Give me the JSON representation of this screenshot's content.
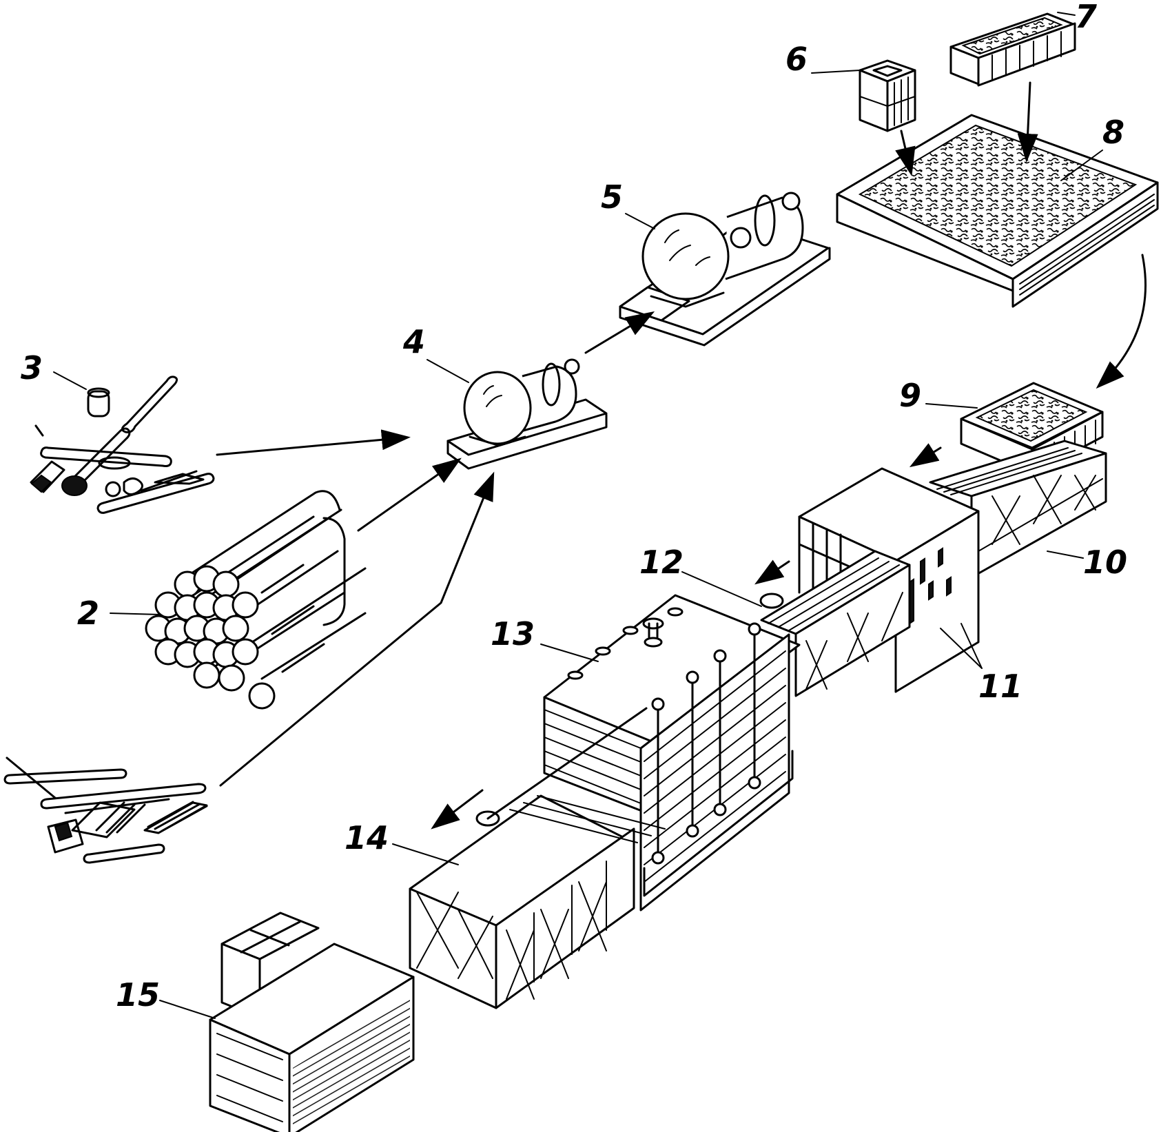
{
  "labels": {
    "l2": "2",
    "l3": "3",
    "l4": "4",
    "l5": "5",
    "l6": "6",
    "l7": "7",
    "l8": "8",
    "l9": "9",
    "l10": "10",
    "l11": "11",
    "l12": "12",
    "l13": "13",
    "l14": "14",
    "l15": "15"
  },
  "colors": {
    "ink": "#000000",
    "paper": "#ffffff"
  }
}
